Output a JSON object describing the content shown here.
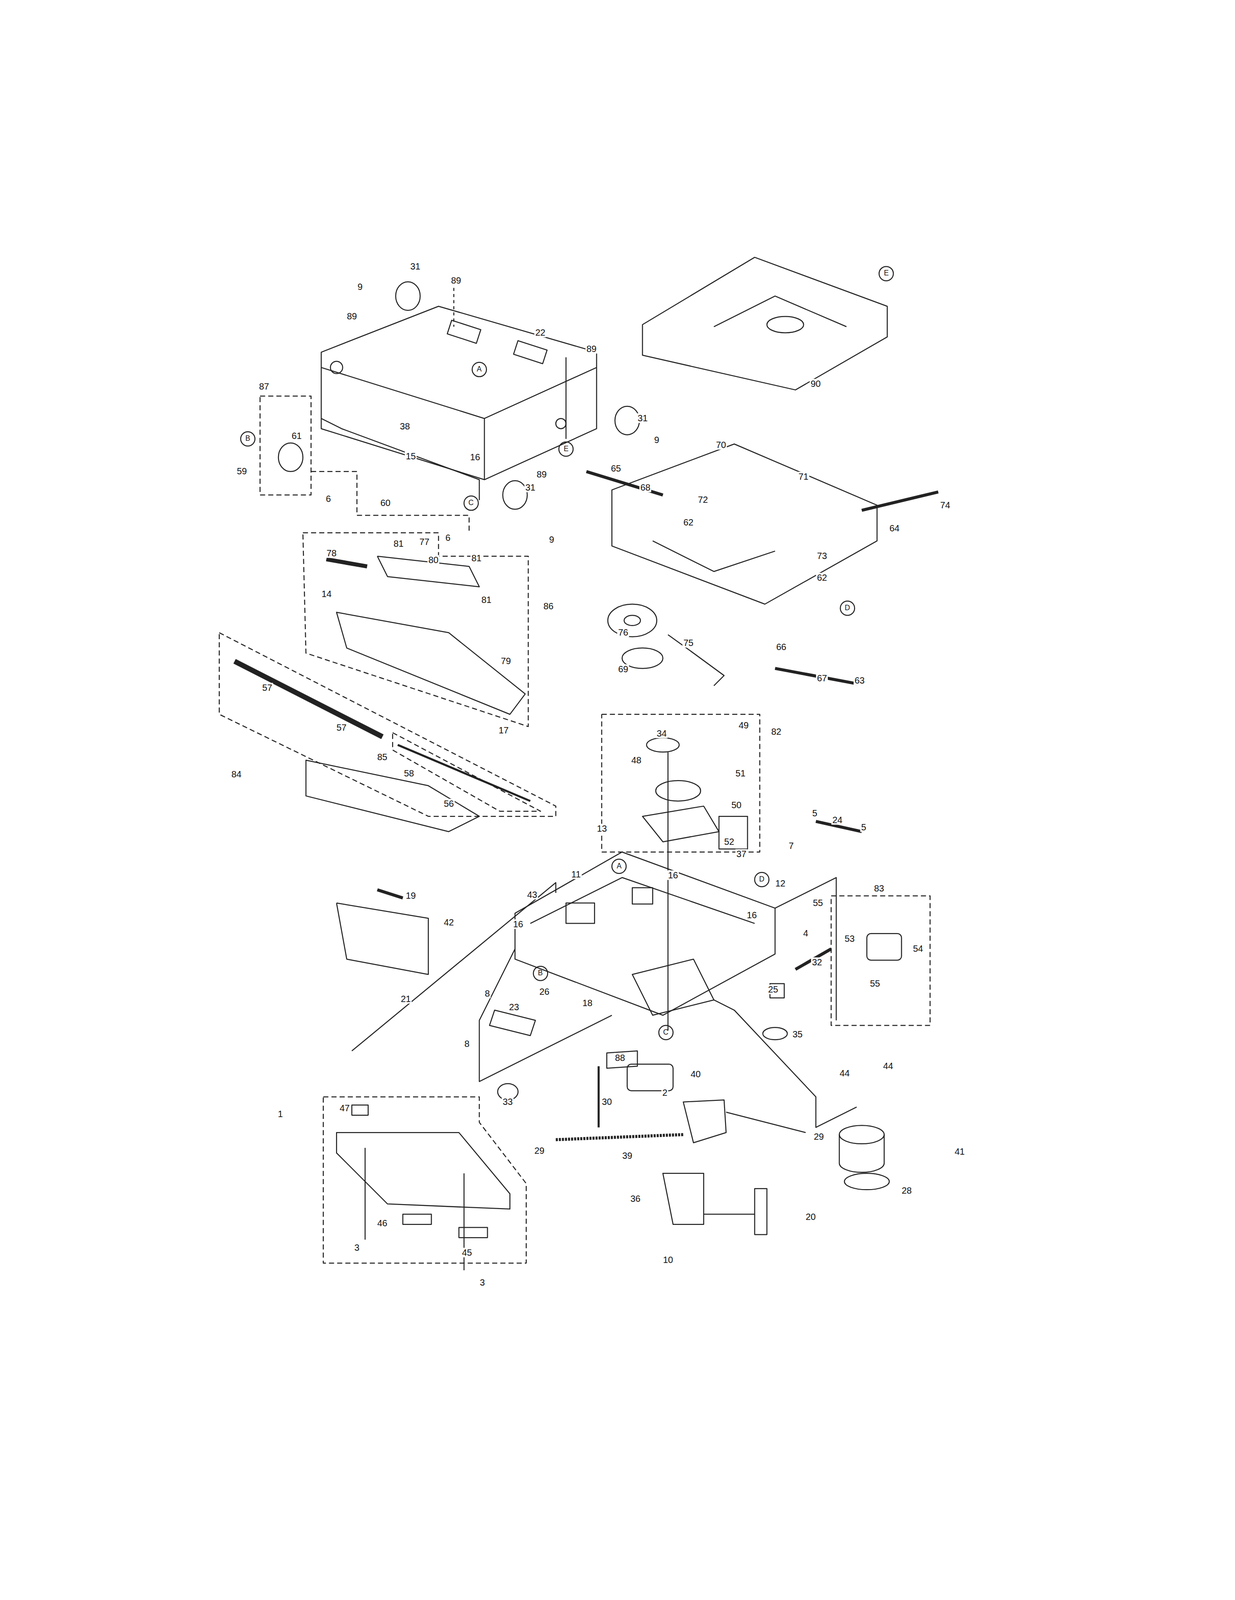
{
  "diagram": {
    "labels": [
      "31",
      "89",
      "9",
      "89",
      "22",
      "A",
      "89",
      "31",
      "9",
      "87",
      "B",
      "61",
      "59",
      "38",
      "15",
      "16",
      "89",
      "E",
      "6",
      "60",
      "C",
      "31",
      "6",
      "9",
      "90",
      "E",
      "70",
      "71",
      "65",
      "68",
      "72",
      "62",
      "74",
      "64",
      "73",
      "62",
      "D",
      "76",
      "69",
      "75",
      "66",
      "67",
      "63",
      "81",
      "77",
      "78",
      "80",
      "81",
      "86",
      "14",
      "81",
      "79",
      "17",
      "57",
      "57",
      "85",
      "58",
      "84",
      "56",
      "34",
      "49",
      "82",
      "48",
      "51",
      "50",
      "52",
      "37",
      "5",
      "24",
      "5",
      "7",
      "13",
      "11",
      "A",
      "16",
      "D",
      "12",
      "43",
      "19",
      "42",
      "16",
      "16",
      "55",
      "83",
      "4",
      "53",
      "54",
      "B",
      "32",
      "21",
      "25",
      "26",
      "18",
      "C",
      "55",
      "8",
      "23",
      "35",
      "8",
      "88",
      "40",
      "33",
      "44",
      "44",
      "30",
      "2",
      "29",
      "29",
      "39",
      "41",
      "28",
      "1",
      "47",
      "36",
      "20",
      "46",
      "45",
      "10",
      "3",
      "3"
    ]
  }
}
